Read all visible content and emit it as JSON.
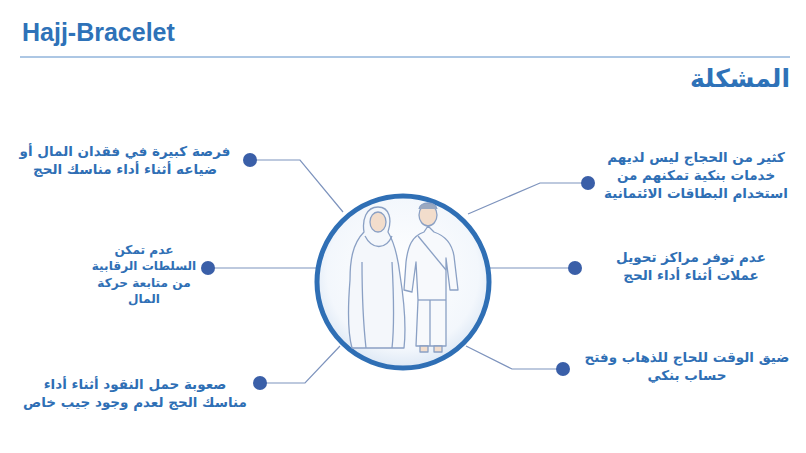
{
  "diagram": {
    "title": "Hajj-Bracelet",
    "labels": [
      "المشكلة",
      "كثير من الحجاج ليس لديهم خدمات بنكية تمكنهم من استخدام البطاقات الائتمانية",
      "فرصة كبيرة في فقدان المال أو ضياعه أثناء أداء مناسك الحج",
      "عدم توفر مراكز تحويل عملات أثناء أداء الحج",
      "عدم تمكن السلطات الرقابية من متابعة حركة المال",
      "ضيق الوقت للحاج للذهاب وفتح حساب بنكي",
      "صعوبة حمل النقود أثناء أداء مناسك الحج لعدم وجود جيب خاص"
    ]
  }
}
